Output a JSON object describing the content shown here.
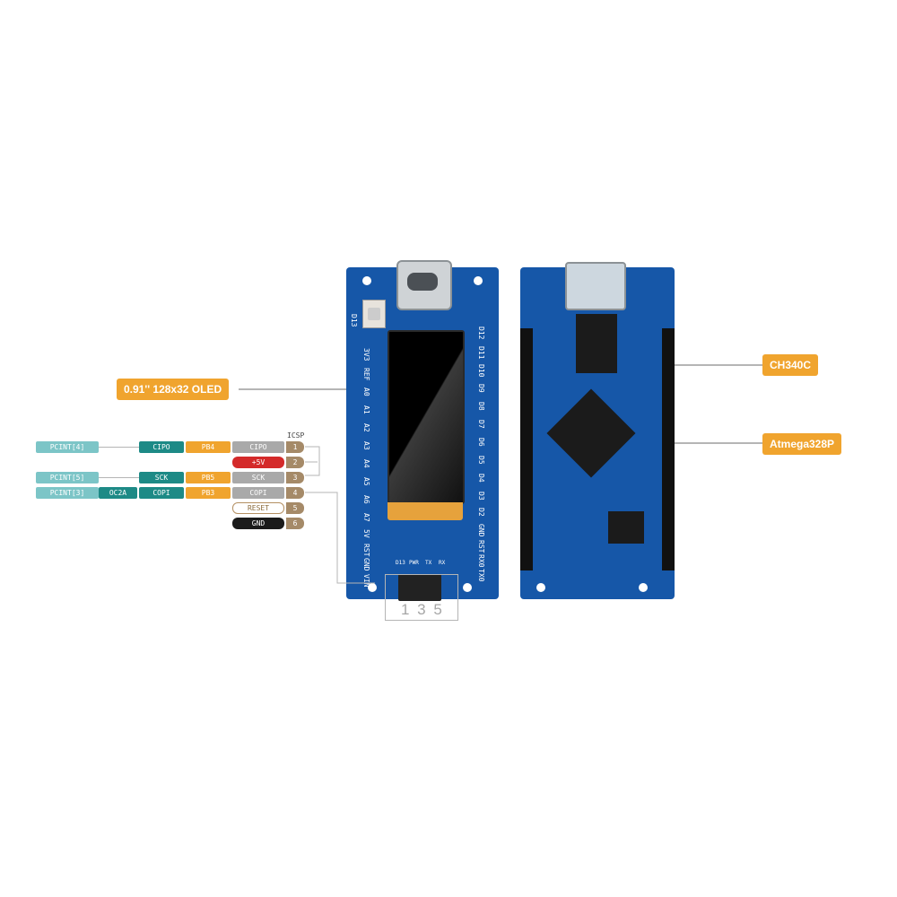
{
  "callouts": {
    "oled": "0.91'' 128x32 OLED",
    "ch340c": "CH340C",
    "atmega": "Atmega328P"
  },
  "icsp": {
    "title": "ICSP",
    "rows": [
      {
        "pcint": "PCINT[4]",
        "func": "CIPO",
        "port": "PB4",
        "sig": "CIPO",
        "num": "1"
      },
      {
        "sig": "+5V",
        "num": "2"
      },
      {
        "pcint": "PCINT[5]",
        "func": "SCK",
        "port": "PB5",
        "sig": "SCK",
        "num": "3"
      },
      {
        "pcint": "PCINT[3]",
        "alt": "OC2A",
        "func": "COPI",
        "port": "PB3",
        "sig": "COPI",
        "num": "4"
      },
      {
        "sig": "RESET",
        "num": "5"
      },
      {
        "sig": "GND",
        "num": "6"
      }
    ],
    "bottom_numbers": "1 3 5"
  },
  "left_pins": [
    "D13",
    "3V3",
    "REF",
    "A0",
    "A1",
    "A2",
    "A3",
    "A4",
    "A5",
    "A6",
    "A7",
    "5V",
    "RST",
    "GND",
    "VIN"
  ],
  "right_pins": [
    "D12",
    "D11",
    "D10",
    "D9",
    "D8",
    "D7",
    "D6",
    "D5",
    "D4",
    "D3",
    "D2",
    "GND",
    "RST",
    "RX0",
    "TX0"
  ],
  "bottom_labels": [
    "D13",
    "PWR",
    "TX",
    "RX"
  ],
  "colors": {
    "pcb": "#1657a8",
    "pcb_dark": "#0f4a92",
    "accent": "#f0a42e"
  }
}
